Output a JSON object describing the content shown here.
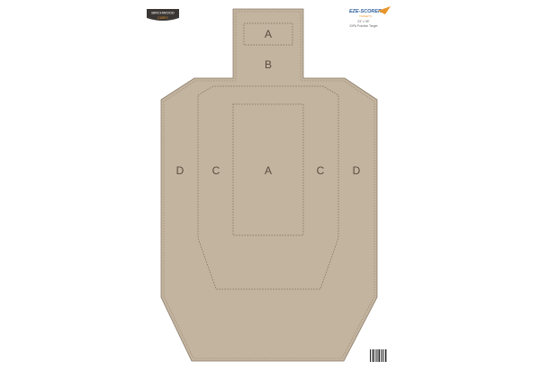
{
  "logo_left": {
    "line1": "BIRCHWOOD",
    "line2": "CASEY"
  },
  "logo_right": {
    "brand": "EZE-SCORER",
    "sub": "TARGETS"
  },
  "product": {
    "size": "23\" x 35\"",
    "name": "IDPA Practice Target"
  },
  "zones": {
    "head_top": "A",
    "head_bottom": "B",
    "body_center": "A",
    "body_left_c": "C",
    "body_right_c": "C",
    "body_left_d": "D",
    "body_right_d": "D"
  },
  "colors": {
    "target_fill": "#c3b49f",
    "target_stroke": "#8a7a66",
    "zone_line": "#7a6a58",
    "logo_orange": "#e8962c",
    "logo_blue": "#2f5f9e"
  }
}
